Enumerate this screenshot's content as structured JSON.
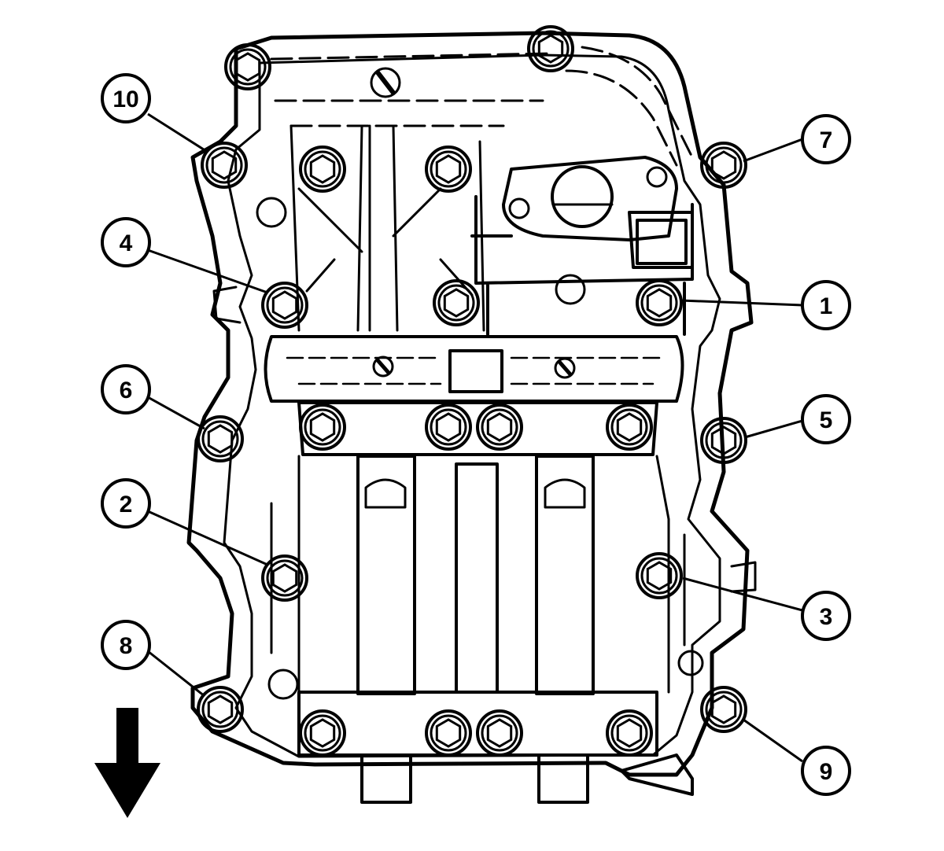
{
  "diagram": {
    "callouts": [
      {
        "id": "callout-1",
        "label": "1"
      },
      {
        "id": "callout-2",
        "label": "2"
      },
      {
        "id": "callout-3",
        "label": "3"
      },
      {
        "id": "callout-4",
        "label": "4"
      },
      {
        "id": "callout-5",
        "label": "5"
      },
      {
        "id": "callout-6",
        "label": "6"
      },
      {
        "id": "callout-7",
        "label": "7"
      },
      {
        "id": "callout-8",
        "label": "8"
      },
      {
        "id": "callout-9",
        "label": "9"
      },
      {
        "id": "callout-10",
        "label": "10"
      }
    ],
    "colors": {
      "line": "#000000",
      "background": "#ffffff"
    },
    "icons": {
      "direction_arrow": "arrow-down-icon"
    }
  }
}
